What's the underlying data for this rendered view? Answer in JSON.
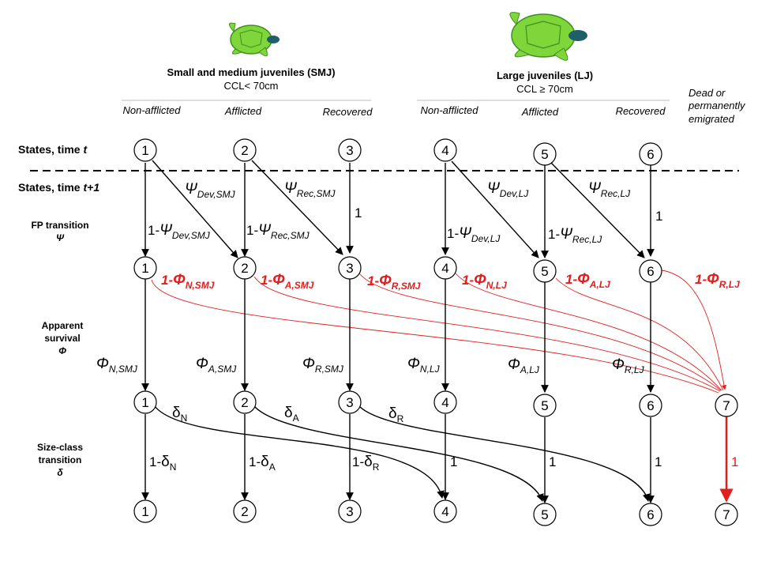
{
  "groups": {
    "smj": {
      "title": "Small and medium juveniles (SMJ)",
      "subtitle": "CCL< 70cm"
    },
    "lj": {
      "title": "Large juveniles (LJ)",
      "subtitle": "CCL ≥ 70cm"
    }
  },
  "columns": {
    "c1": "Non-afflicted",
    "c2": "Afflicted",
    "c3": "Recovered",
    "c4": "Non-afflicted",
    "c5": "Afflicted",
    "c6": "Recovered",
    "c7_line1": "Dead or",
    "c7_line2": "permanently",
    "c7_line3": "emigrated"
  },
  "rows": {
    "states_t": {
      "prefix": "States, time ",
      "var": "t"
    },
    "states_t1": {
      "prefix": "States, time ",
      "var": "t+1"
    },
    "fp_line1": "FP transition",
    "fp_symbol": "Ψ",
    "surv_line1": "Apparent",
    "surv_line2": "survival",
    "surv_symbol": "Φ",
    "size_line1": "Size-class",
    "size_line2": "transition",
    "size_symbol": "δ"
  },
  "nodes": {
    "row1": [
      "1",
      "2",
      "3",
      "4",
      "5",
      "6"
    ],
    "row2": [
      "1",
      "2",
      "3",
      "4",
      "5",
      "6"
    ],
    "row3": [
      "1",
      "2",
      "3",
      "4",
      "5",
      "6",
      "7"
    ],
    "row4": [
      "1",
      "2",
      "3",
      "4",
      "5",
      "6",
      "7"
    ]
  },
  "labels": {
    "psi_dev_smj": {
      "sym": "Ψ",
      "sub": "Dev,SMJ"
    },
    "psi_rec_smj": {
      "sym": "Ψ",
      "sub": "Rec,SMJ"
    },
    "psi_dev_lj": {
      "sym": "Ψ",
      "sub": "Dev,LJ"
    },
    "psi_rec_lj": {
      "sym": "Ψ",
      "sub": "Rec,LJ"
    },
    "one_m_psi_dev_smj": {
      "pre": "1-",
      "sym": "Ψ",
      "sub": "Dev,SMJ"
    },
    "one_m_psi_rec_smj": {
      "pre": "1-",
      "sym": "Ψ",
      "sub": "Rec,SMJ"
    },
    "one_m_psi_dev_lj": {
      "pre": "1-",
      "sym": "Ψ",
      "sub": "Dev,LJ"
    },
    "one_m_psi_rec_lj": {
      "pre": "1-",
      "sym": "Ψ",
      "sub": "Rec,LJ"
    },
    "one_c3": "1",
    "one_c6": "1",
    "death_n_smj": {
      "pre": "1-",
      "sym": "Φ",
      "sub": "N,SMJ"
    },
    "death_a_smj": {
      "pre": "1-",
      "sym": "Φ",
      "sub": "A,SMJ"
    },
    "death_r_smj": {
      "pre": "1-",
      "sym": "Φ",
      "sub": "R,SMJ"
    },
    "death_n_lj": {
      "pre": "1-",
      "sym": "Φ",
      "sub": "N,LJ"
    },
    "death_a_lj": {
      "pre": "1-",
      "sym": "Φ",
      "sub": "A,LJ"
    },
    "death_r_lj": {
      "pre": "1-",
      "sym": "Φ",
      "sub": "R,LJ"
    },
    "phi_n_smj": {
      "sym": "Φ",
      "sub": "N,SMJ"
    },
    "phi_a_smj": {
      "sym": "Φ",
      "sub": "A,SMJ"
    },
    "phi_r_smj": {
      "sym": "Φ",
      "sub": "R,SMJ"
    },
    "phi_n_lj": {
      "sym": "Φ",
      "sub": "N,LJ"
    },
    "phi_a_lj": {
      "sym": "Φ",
      "sub": "A,LJ"
    },
    "phi_r_lj": {
      "sym": "Φ",
      "sub": "R,LJ"
    },
    "delta_n": {
      "sym": "δ",
      "sub": "N"
    },
    "delta_a": {
      "sym": "δ",
      "sub": "A"
    },
    "delta_r": {
      "sym": "δ",
      "sub": "R"
    },
    "one_m_delta_n": {
      "pre": "1-",
      "sym": "δ",
      "sub": "N"
    },
    "one_m_delta_a": {
      "pre": "1-",
      "sym": "δ",
      "sub": "A"
    },
    "one_m_delta_r": {
      "pre": "1-",
      "sym": "δ",
      "sub": "R"
    },
    "one_c4": "1",
    "one_c5": "1",
    "one_c6_size": "1",
    "one_c7": "1"
  },
  "colors": {
    "death": "#e02020",
    "turtle_shell": "#7fd63a",
    "turtle_dark": "#3f8f1e",
    "turtle_head": "#1f5f6a"
  },
  "icons": [
    "turtle-icon-small",
    "turtle-icon-large"
  ]
}
